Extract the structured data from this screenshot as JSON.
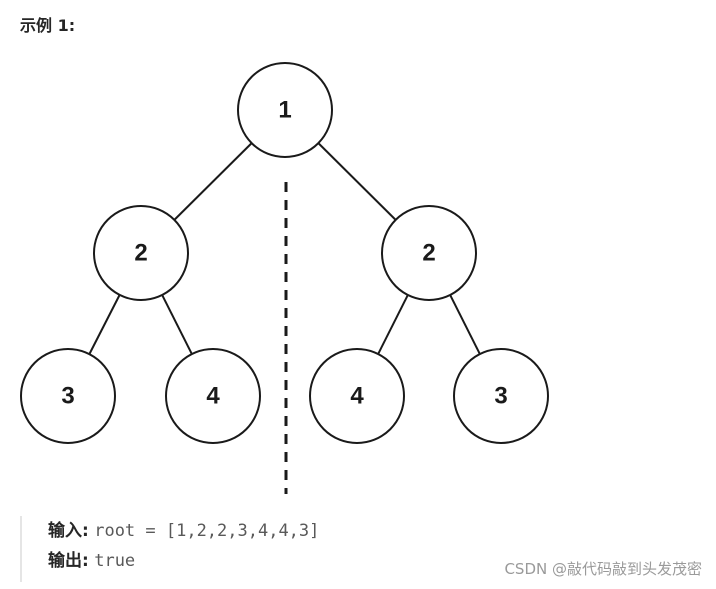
{
  "example": {
    "title": "示例 1:"
  },
  "tree": {
    "nodes": [
      {
        "id": "root",
        "label": "1"
      },
      {
        "id": "left",
        "label": "2"
      },
      {
        "id": "right",
        "label": "2"
      },
      {
        "id": "left-left",
        "label": "3"
      },
      {
        "id": "left-right",
        "label": "4"
      },
      {
        "id": "right-left",
        "label": "4"
      },
      {
        "id": "right-right",
        "label": "3"
      }
    ],
    "edges": [
      {
        "from": "root",
        "to": "left"
      },
      {
        "from": "root",
        "to": "right"
      },
      {
        "from": "left",
        "to": "left-left"
      },
      {
        "from": "left",
        "to": "left-right"
      },
      {
        "from": "right",
        "to": "right-left"
      },
      {
        "from": "right",
        "to": "right-right"
      }
    ]
  },
  "io": {
    "input_label": "输入:",
    "input_value": "root = [1,2,2,3,4,4,3]",
    "output_label": "输出:",
    "output_value": "true"
  },
  "watermark": {
    "text": "CSDN @敲代码敲到头发茂密"
  }
}
